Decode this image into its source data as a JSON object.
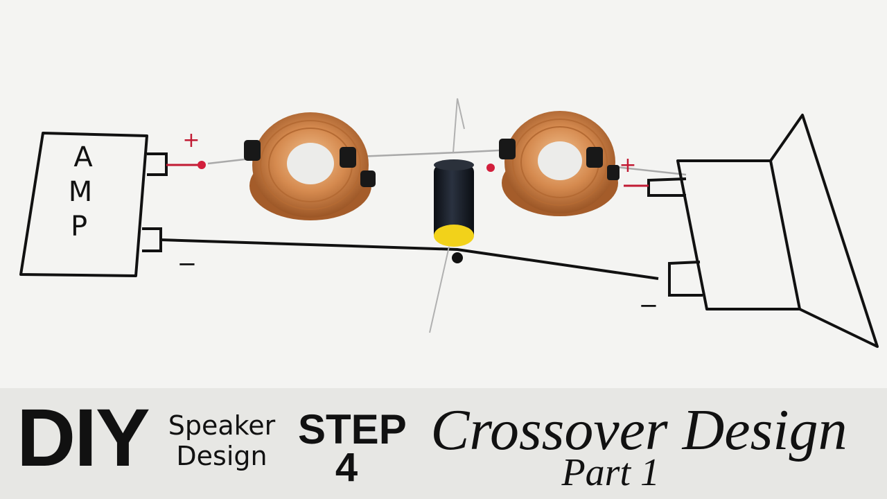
{
  "drawing": {
    "amp_letters": [
      "A",
      "M",
      "P"
    ],
    "amp_plus": "+",
    "amp_minus": "−",
    "speaker_plus": "+",
    "speaker_minus": "−"
  },
  "banner": {
    "diy": "DIY",
    "speaker_line1": "Speaker",
    "speaker_line2": "Design",
    "step_label": "STEP",
    "step_number": "4",
    "title": "Crossover Design",
    "subtitle": "Part 1"
  },
  "colors": {
    "background": "#f4f4f2",
    "banner": "#e7e7e4",
    "ink": "#111111",
    "copper": "#c9773e",
    "capacitor_body": "#151a22",
    "capacitor_cap": "#f2d21a",
    "terminal_red": "#d21f3c"
  }
}
